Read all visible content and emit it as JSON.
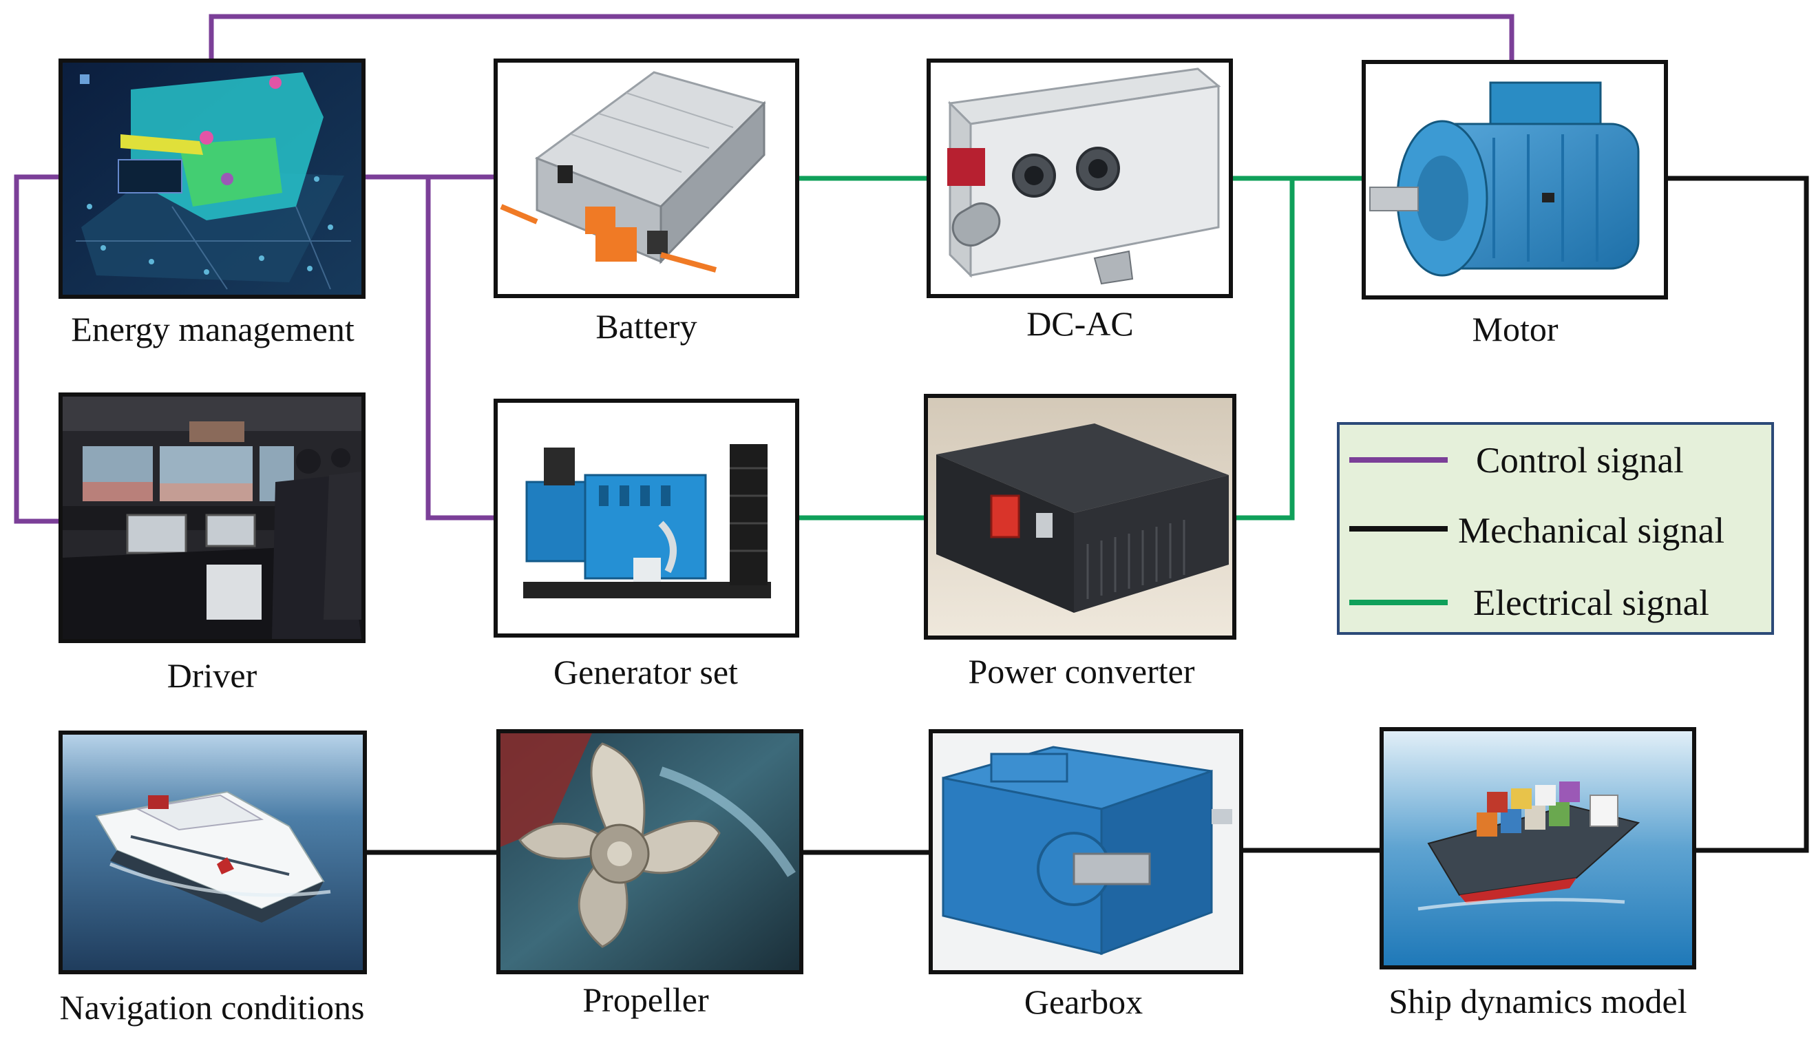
{
  "colors": {
    "control": "#7b3f98",
    "mechanical": "#111111",
    "electrical": "#0fa05a",
    "legend_bg": "#e5f0da",
    "legend_border": "#2c4a78"
  },
  "components": {
    "energy_management": {
      "label": "Energy management",
      "icon": "3d-ship-energy-dashboard"
    },
    "battery": {
      "label": "Battery",
      "icon": "battery-pack"
    },
    "dc_ac": {
      "label": "DC-AC",
      "icon": "inverter-box"
    },
    "motor": {
      "label": "Motor",
      "icon": "electric-motor"
    },
    "driver": {
      "label": "Driver",
      "icon": "ship-bridge-simulator"
    },
    "generator_set": {
      "label": "Generator set",
      "icon": "diesel-generator"
    },
    "power_converter": {
      "label": "Power converter",
      "icon": "power-converter-box"
    },
    "navigation_conditions": {
      "label": "Navigation conditions",
      "icon": "ferry-at-sea"
    },
    "propeller": {
      "label": "Propeller",
      "icon": "ship-propeller"
    },
    "gearbox": {
      "label": "Gearbox",
      "icon": "industrial-gearbox"
    },
    "ship_dynamics_model": {
      "label": "Ship dynamics model",
      "icon": "container-ship-model"
    }
  },
  "legend": {
    "control": "Control signal",
    "mechanical": "Mechanical signal",
    "electrical": "Electrical signal"
  }
}
